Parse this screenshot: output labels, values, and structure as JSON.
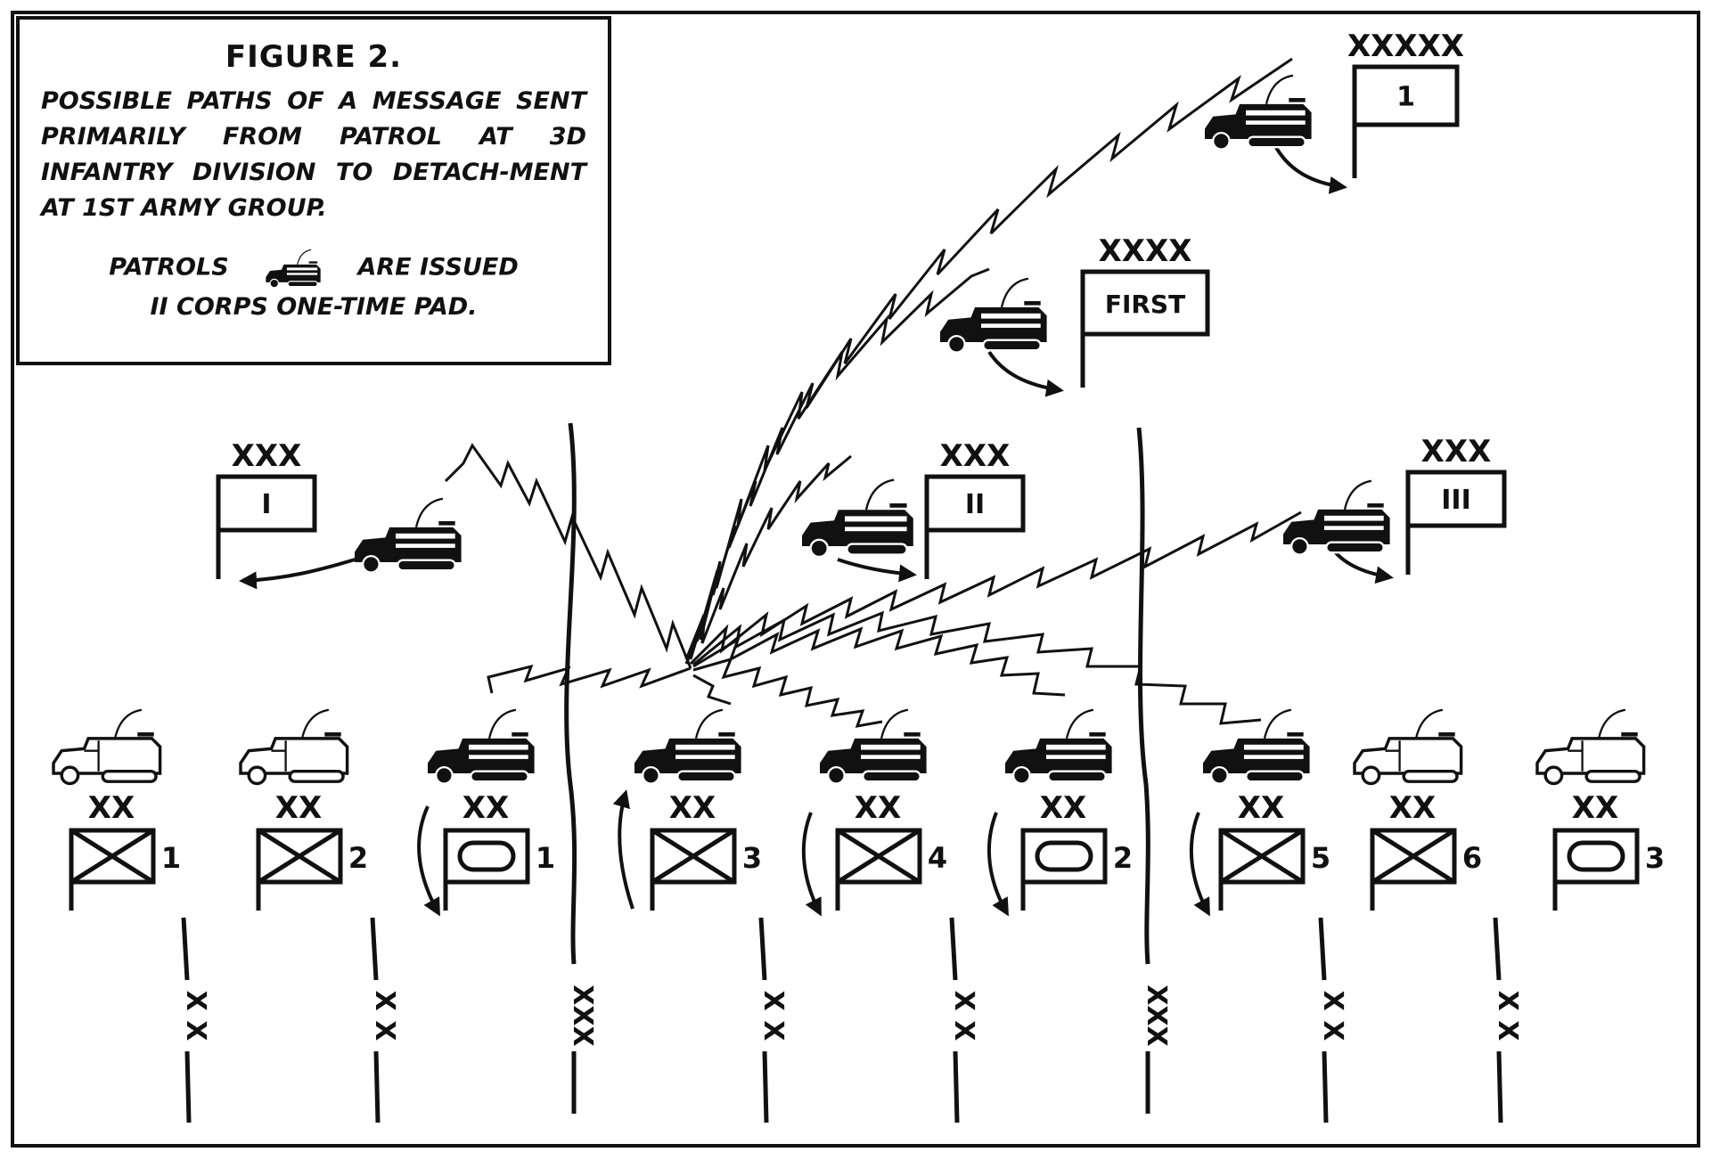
{
  "caption": {
    "title": "FIGURE 2.",
    "description": "POSSIBLE PATHS OF A MESSAGE SENT PRIMARILY FROM PATROL AT 3D INFANTRY DIVISION TO DETACH-MENT AT 1ST ARMY GROUP.",
    "note_prefix": "PATROLS",
    "note_suffix": "ARE ISSUED",
    "note_line2": "II CORPS ONE-TIME PAD."
  },
  "army_group": {
    "echelon": "XXXXX",
    "label": "1"
  },
  "army": {
    "echelon": "XXXX",
    "label": "FIRST"
  },
  "corps": [
    {
      "echelon": "XXX",
      "label": "I"
    },
    {
      "echelon": "XXX",
      "label": "II"
    },
    {
      "echelon": "XXX",
      "label": "III"
    }
  ],
  "divisions": [
    {
      "echelon": "XX",
      "number": "1",
      "symbol": "infantry",
      "truck": "outline"
    },
    {
      "echelon": "XX",
      "number": "2",
      "symbol": "infantry",
      "truck": "outline"
    },
    {
      "echelon": "XX",
      "number": "1",
      "symbol": "armored",
      "truck": "solid"
    },
    {
      "echelon": "XX",
      "number": "3",
      "symbol": "infantry",
      "truck": "solid"
    },
    {
      "echelon": "XX",
      "number": "4",
      "symbol": "infantry",
      "truck": "solid"
    },
    {
      "echelon": "XX",
      "number": "2",
      "symbol": "armored",
      "truck": "solid"
    },
    {
      "echelon": "XX",
      "number": "5",
      "symbol": "infantry",
      "truck": "solid"
    },
    {
      "echelon": "XX",
      "number": "6",
      "symbol": "infantry",
      "truck": "outline"
    },
    {
      "echelon": "XX",
      "number": "3",
      "symbol": "armored",
      "truck": "outline"
    }
  ],
  "boundaries": [
    {
      "type": "division",
      "label": "X X"
    },
    {
      "type": "division",
      "label": "X X"
    },
    {
      "type": "corps",
      "label": "XXX"
    },
    {
      "type": "division",
      "label": "X X"
    },
    {
      "type": "division",
      "label": "X X"
    },
    {
      "type": "corps",
      "label": "XXX"
    },
    {
      "type": "division",
      "label": "X X"
    },
    {
      "type": "division",
      "label": "X X"
    }
  ],
  "colors": {
    "ink": "#111111",
    "paper": "#ffffff"
  }
}
